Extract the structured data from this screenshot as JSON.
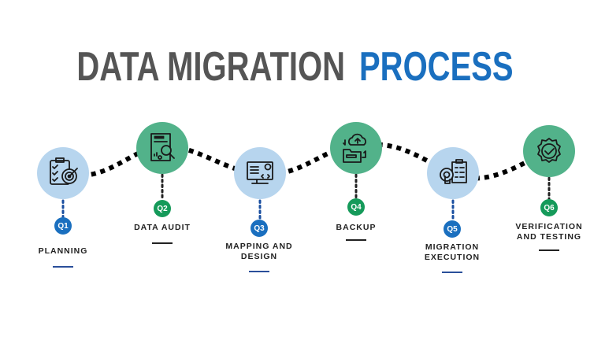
{
  "title": {
    "part1": "DATA MIGRATION",
    "part2": "PROCESS"
  },
  "colors": {
    "title_gray": "#555555",
    "blue": "#1a6fbf",
    "green": "#159a5a",
    "light_blue_circle": "#b7d5ee",
    "green_circle": "#52b28a",
    "dark": "#222222"
  },
  "steps": [
    {
      "badge": "Q1",
      "label1": "PLANNING",
      "label2": "",
      "icon": "clipboard-target-icon"
    },
    {
      "badge": "Q2",
      "label1": "DATA AUDIT",
      "label2": "",
      "icon": "audit-document-icon"
    },
    {
      "badge": "Q3",
      "label1": "MAPPING AND",
      "label2": "DESIGN",
      "icon": "monitor-code-icon"
    },
    {
      "badge": "Q4",
      "label1": "BACKUP",
      "label2": "",
      "icon": "cloud-folder-icon"
    },
    {
      "badge": "Q5",
      "label1": "MIGRATION",
      "label2": "EXECUTION",
      "icon": "gear-checklist-icon"
    },
    {
      "badge": "Q6",
      "label1": "VERIFICATION",
      "label2": "AND TESTING",
      "icon": "verified-badge-icon"
    }
  ]
}
